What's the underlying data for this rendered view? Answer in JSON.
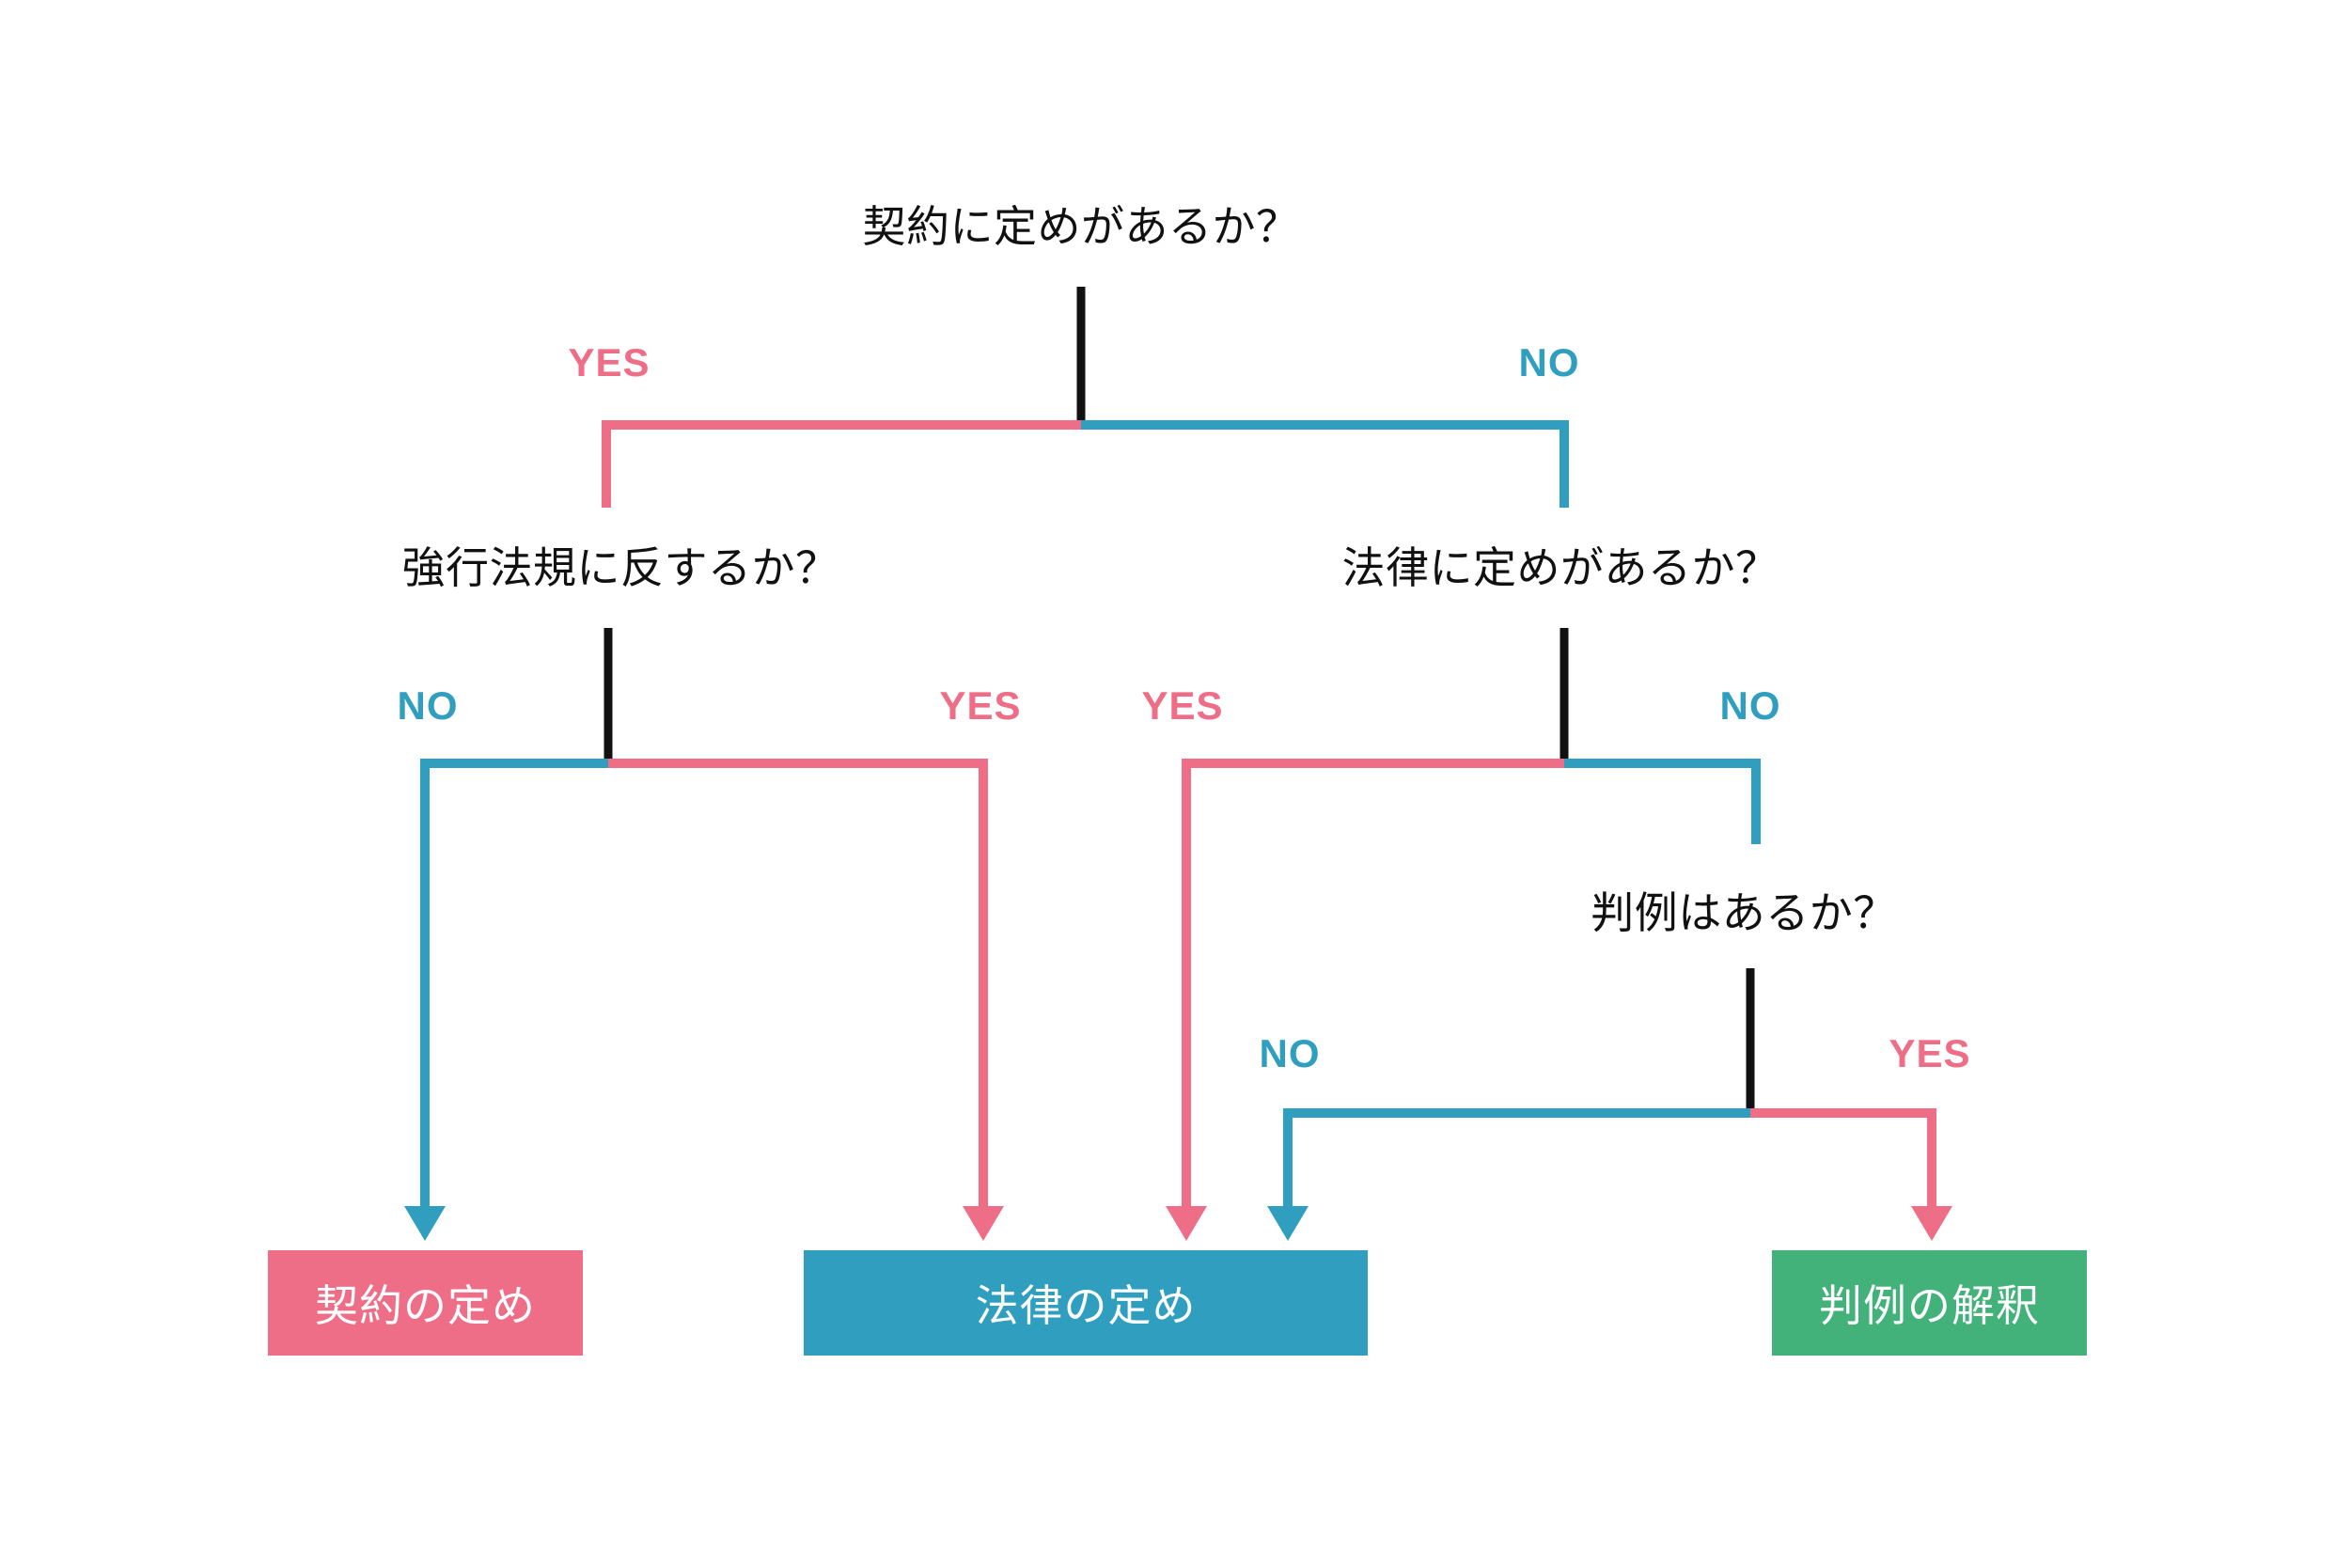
{
  "diagram": {
    "type": "decision-tree",
    "background_color": "#FFFFFF",
    "colors": {
      "yes": "#EF6E87",
      "no": "#2F9EBF",
      "stem": "#111111",
      "terminal_contract": "#EF6E87",
      "terminal_law": "#2F9EBF",
      "terminal_precedent": "#43B17A",
      "terminal_text": "#FFFFFF"
    },
    "questions": [
      {
        "id": "q-contract",
        "text": "契約に定めがあるか？"
      },
      {
        "id": "q-mandatory",
        "text": "強行法規に反するか？"
      },
      {
        "id": "q-statute",
        "text": "法律に定めがあるか？"
      },
      {
        "id": "q-precedent",
        "text": "判例はあるか？"
      }
    ],
    "edge_labels": [
      {
        "id": "e1-yes",
        "text": "YES",
        "branch": "yes",
        "from": "q-contract",
        "to": "q-mandatory"
      },
      {
        "id": "e1-no",
        "text": "NO",
        "branch": "no",
        "from": "q-contract",
        "to": "q-statute"
      },
      {
        "id": "e2-no",
        "text": "NO",
        "branch": "no",
        "from": "q-mandatory",
        "to": "t-contract"
      },
      {
        "id": "e2-yes",
        "text": "YES",
        "branch": "yes",
        "from": "q-mandatory",
        "to": "t-law"
      },
      {
        "id": "e3-yes",
        "text": "YES",
        "branch": "yes",
        "from": "q-statute",
        "to": "t-law"
      },
      {
        "id": "e3-no",
        "text": "NO",
        "branch": "no",
        "from": "q-statute",
        "to": "q-precedent"
      },
      {
        "id": "e4-no",
        "text": "NO",
        "branch": "no",
        "from": "q-precedent",
        "to": "t-law"
      },
      {
        "id": "e4-yes",
        "text": "YES",
        "branch": "yes",
        "from": "q-precedent",
        "to": "t-precedent"
      }
    ],
    "terminals": [
      {
        "id": "t-contract",
        "text": "契約の定め",
        "color": "#EF6E87"
      },
      {
        "id": "t-law",
        "text": "法律の定め",
        "color": "#2F9EBF"
      },
      {
        "id": "t-precedent",
        "text": "判例の解釈",
        "color": "#43B17A"
      }
    ]
  }
}
